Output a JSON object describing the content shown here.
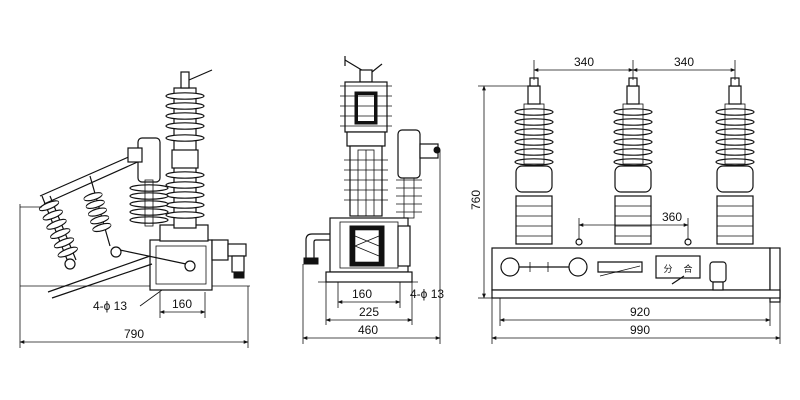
{
  "side_view": {
    "hole_label": "4-ϕ 13",
    "dim_hole_spacing": "160",
    "dim_overall_width": "790"
  },
  "section_view": {
    "dim_inner": "160",
    "hole_label": "4-ϕ 13",
    "dim_mount": "225",
    "dim_overall_width": "460"
  },
  "front_view": {
    "dim_pole_spacing_left": "340",
    "dim_pole_spacing_right": "340",
    "dim_height": "760",
    "dim_mount_spacing": "360",
    "dim_base_width": "920",
    "dim_overall_width": "990",
    "panel_label_open": "分",
    "panel_label_close": "合"
  }
}
